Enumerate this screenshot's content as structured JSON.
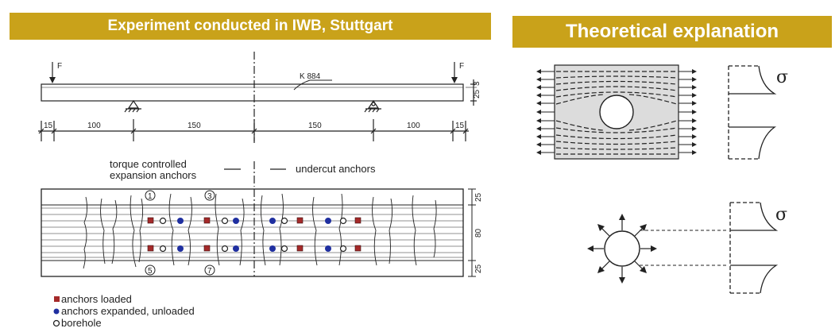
{
  "banners": {
    "left": "Experiment conducted in IWB, Stuttgart",
    "right": "Theoretical explanation"
  },
  "beam": {
    "force_left": "F",
    "force_right": "F",
    "rebar_label": "K 884",
    "height_dim": "25",
    "height_dim_small": "3",
    "spans": [
      "15",
      "100",
      "150",
      "150",
      "100",
      "15"
    ]
  },
  "anchor_zones": {
    "torque_line1": "torque controlled",
    "torque_line2": "expansion anchors",
    "undercut": "undercut anchors"
  },
  "slab": {
    "circled_numbers": [
      "1",
      "3",
      "5",
      "7"
    ],
    "side_dims": [
      "25",
      "80",
      "25"
    ]
  },
  "legend": {
    "loaded": "anchors loaded",
    "expanded": "anchors expanded, unloaded",
    "borehole": "borehole"
  },
  "theory": {
    "sigma_top": "σ",
    "sigma_bottom": "σ"
  },
  "colors": {
    "banner": "#c9a21a",
    "loaded_anchor": "#a52a2a",
    "expanded_anchor": "#1f2fa0",
    "hole_fill": "#d9d9d9"
  }
}
